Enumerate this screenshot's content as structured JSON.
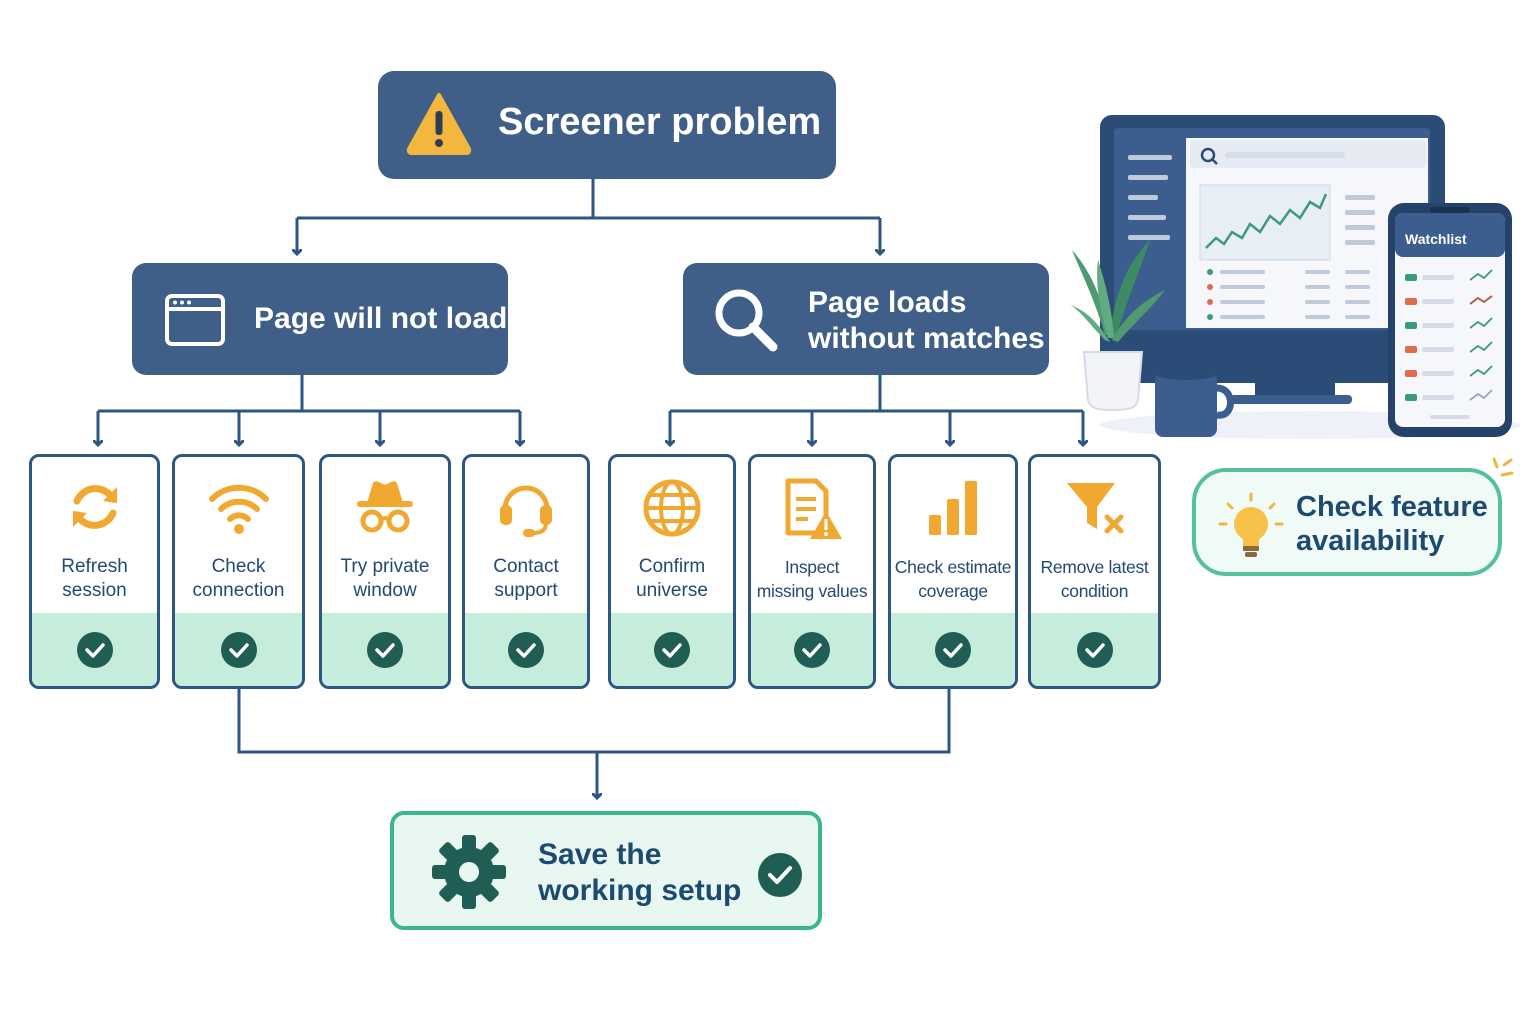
{
  "root": {
    "label": "Screener problem",
    "icon": "warning-icon"
  },
  "branches": [
    {
      "id": "left",
      "label": "Page will not load",
      "icon": "browser-window-icon"
    },
    {
      "id": "right",
      "label": "Page loads\nwithout matches",
      "icon": "magnifier-icon"
    }
  ],
  "steps": [
    {
      "label": "Refresh\nsession",
      "icon": "refresh-icon",
      "branch": "left"
    },
    {
      "label": "Check\nconnection",
      "icon": "wifi-icon",
      "branch": "left"
    },
    {
      "label": "Try private\nwindow",
      "icon": "incognito-icon",
      "branch": "left"
    },
    {
      "label": "Contact\nsupport",
      "icon": "headset-icon",
      "branch": "left"
    },
    {
      "label": "Confirm\nuniverse",
      "icon": "globe-icon",
      "branch": "right"
    },
    {
      "label": "Inspect\nmissing values",
      "icon": "document-warning-icon",
      "branch": "right"
    },
    {
      "label": "Check estimate\ncoverage",
      "icon": "bar-chart-icon",
      "branch": "right"
    },
    {
      "label": "Remove latest\ncondition",
      "icon": "filter-remove-icon",
      "branch": "right"
    }
  ],
  "result": {
    "label": "Save the\nworking setup",
    "icon": "gear-icon"
  },
  "side_note": {
    "label": "Check feature\navailability",
    "icon": "lightbulb-icon"
  },
  "illustration": {
    "phone_title": "Watchlist"
  },
  "colors": {
    "primary": "#3f5f88",
    "card_border": "#2e5683",
    "accent_orange": "#f0a830",
    "success_fill": "#c6ecdc",
    "success_dark": "#1f5d55",
    "teal": "#3bb594"
  }
}
